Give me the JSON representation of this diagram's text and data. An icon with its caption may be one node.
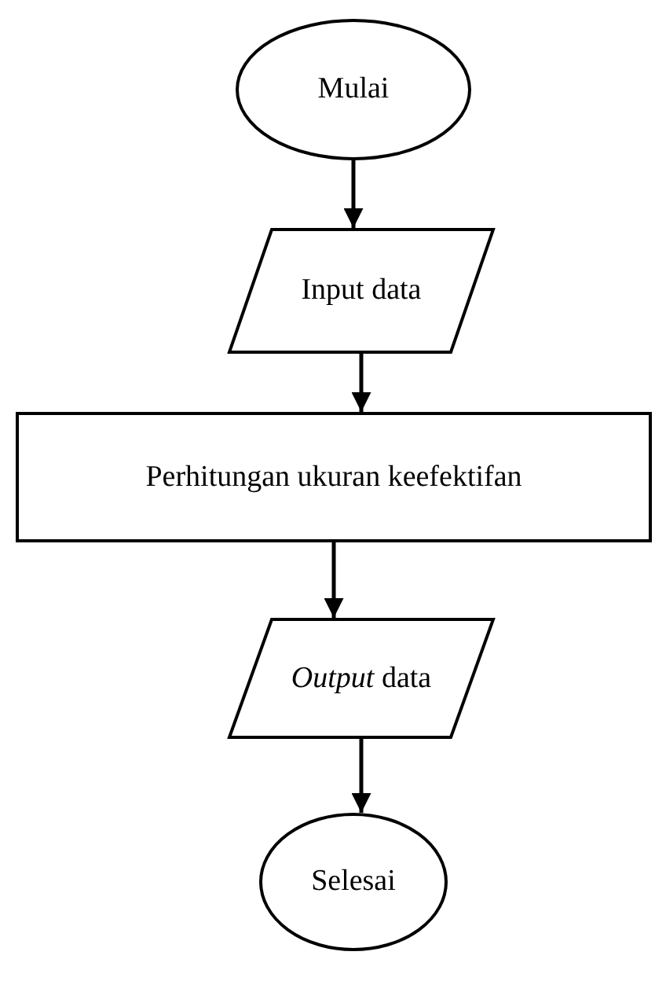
{
  "diagram": {
    "nodes": [
      {
        "text": [
          "Mulai"
        ]
      },
      {
        "text": [
          "Input data"
        ]
      },
      {
        "text": [
          "Perhitungan ukuran keefektifan"
        ]
      },
      {
        "text": [
          "*Output* data"
        ]
      },
      {
        "text": [
          "Selesai"
        ]
      }
    ],
    "edges": [
      {
        "from": 0,
        "to": 1,
        "arrow": "to"
      },
      {
        "from": 1,
        "to": 2,
        "arrow": "to"
      },
      {
        "from": 2,
        "to": 3,
        "arrow": "to"
      },
      {
        "from": 3,
        "to": 4,
        "arrow": "to"
      }
    ]
  }
}
